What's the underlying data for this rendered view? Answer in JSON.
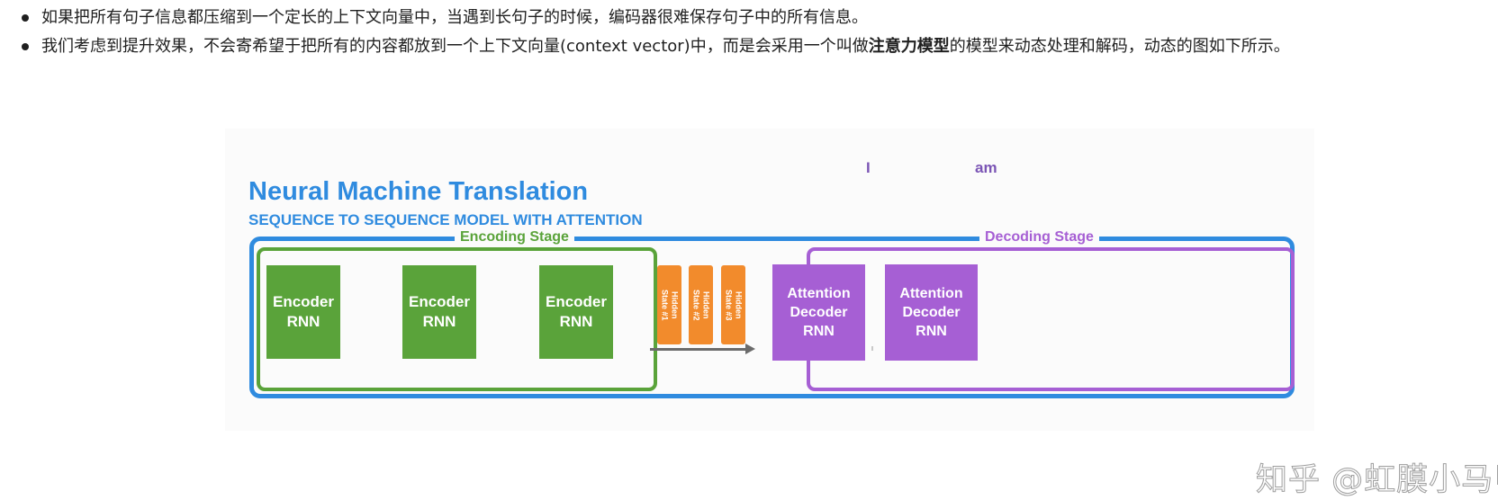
{
  "bullets": [
    {
      "text": "如果把所有句子信息都压缩到一个定长的上下文向量中，当遇到长句子的时候，编码器很难保存句子中的所有信息。"
    },
    {
      "text_before": "我们考虑到提升效果，不会寄希望于把所有的内容都放到一个上下文向量(context vector)中，而是会采用一个叫做",
      "bold": "注意力模型",
      "text_after": "的模型来动态处理和解码，动态的图如下所示。"
    }
  ],
  "figure": {
    "output_words": [
      "I",
      "am"
    ],
    "title": "Neural Machine Translation",
    "subtitle": "SEQUENCE TO SEQUENCE MODEL WITH ATTENTION",
    "encoding_stage": {
      "label": "Encoding Stage",
      "color": "#5aa33a",
      "boxes": [
        "Encoder\nRNN",
        "Encoder\nRNN",
        "Encoder\nRNN"
      ]
    },
    "hidden_states": [
      "Hidden\nState #1",
      "Hidden\nState #2",
      "Hidden\nState #3"
    ],
    "hidden_state_color": "#f28b2c",
    "decoding_stage": {
      "label": "Decoding Stage",
      "color": "#a65fd4",
      "boxes": [
        "Attention\nDecoder\nRNN",
        "Attention\nDecoder\nRNN"
      ]
    },
    "frame_color": "#2f8bdf"
  },
  "watermark": "知乎 @虹膜小马甲"
}
